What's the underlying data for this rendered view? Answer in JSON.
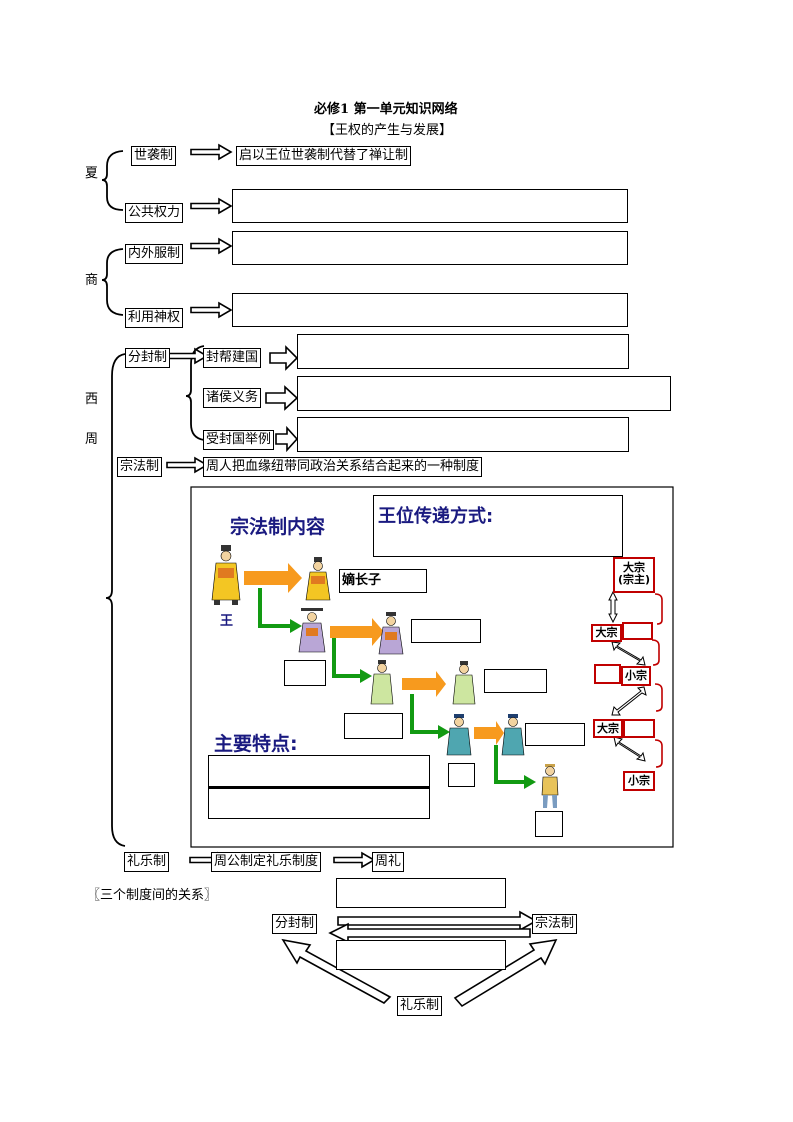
{
  "title": "必修1 第一单元知识网络",
  "subtitle": "【王权的产生与发展】",
  "xia": {
    "dynasty": "夏",
    "item1": "世袭制",
    "item1_result": "启以王位世袭制代替了禅让制",
    "item2": "公共权力"
  },
  "shang": {
    "dynasty": "商",
    "item1": "内外服制",
    "item2": "利用神权"
  },
  "zhou": {
    "dynasty_1": "西",
    "dynasty_2": "周",
    "fenfeng": "分封制",
    "fenfeng_sub": [
      "封帮建国",
      "诸侯义务",
      "受封国举例"
    ],
    "zongfa": "宗法制",
    "zongfa_def": "周人把血缘纽带同政治关系结合起来的一种制度",
    "zongfa_content": "宗法制内容",
    "succession": "王位传递方式:",
    "king": "王",
    "eldest_son": "嫡长子",
    "features": "主要特点:",
    "dazong_zongzhu": "大宗\n(宗主)",
    "dazong": "大宗",
    "xiaozong": "小宗",
    "liyue": "礼乐制",
    "liyue_made": "周公制定礼乐制度",
    "zhouli": "周礼"
  },
  "relation": {
    "heading": "〖三个制度间的关系〗",
    "fenfeng": "分封制",
    "zongfa": "宗法制",
    "liyue": "礼乐制"
  }
}
